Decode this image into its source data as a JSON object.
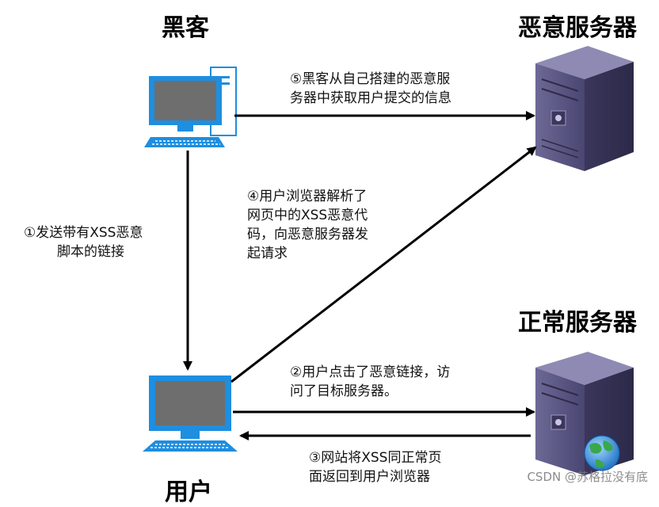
{
  "nodes": {
    "hacker": "黑客",
    "malicious_server": "恶意服务器",
    "normal_server": "正常服务器",
    "user": "用户"
  },
  "steps": {
    "step1": [
      "①发送带有XSS恶意",
      "脚本的链接"
    ],
    "step2": [
      "②用户点击了恶意链接，访",
      "问了目标服务器。"
    ],
    "step3": [
      "③网站将XSS同正常页",
      "面返回到用户浏览器"
    ],
    "step4": [
      "④用户浏览器解析了",
      "网页中的XSS恶意代",
      "码，向恶意服务器发",
      "起请求"
    ],
    "step5": [
      "⑤黑客从自己搭建的恶意服",
      "务器中获取用户提交的信息"
    ]
  },
  "watermark": "CSDN @苏格拉没有底",
  "colors": {
    "screen": "#6e6e6e",
    "screen_bezel": "#1e8ee0",
    "server_body": "#5b5786",
    "arrow": "#000000"
  }
}
